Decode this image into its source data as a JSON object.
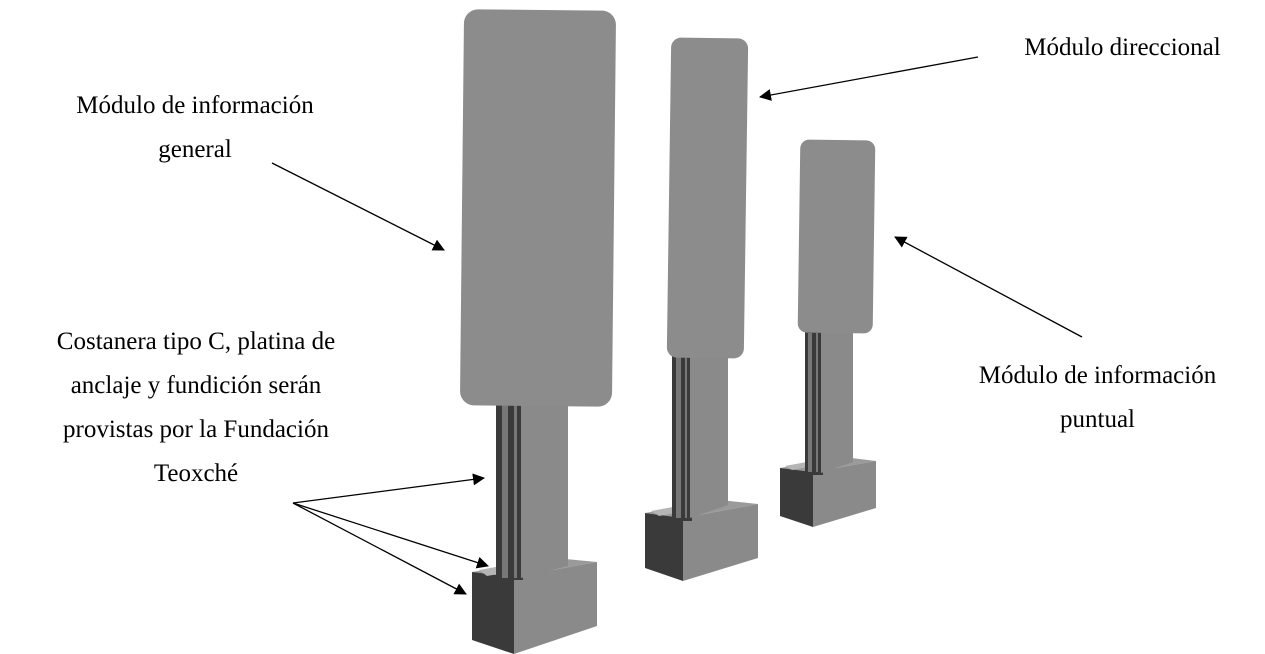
{
  "diagram": {
    "labels": {
      "general": [
        "Módulo de información",
        "general"
      ],
      "direccional": [
        "Módulo direccional"
      ],
      "puntual": [
        "Módulo de información",
        "puntual"
      ],
      "costanera": [
        "Costanera tipo C, platina de",
        "anclaje y fundición serán",
        "provistas por la Fundación",
        "Teoxché"
      ]
    },
    "colors": {
      "panel": "#8c8c8c",
      "pillar": "#8a8a8a",
      "channel_dark": "#3a3a3a",
      "channel_edge": "#777777",
      "base_front": "#3a3a3a",
      "base_side": "#8a8a8a",
      "base_top": "#9a9a9a",
      "ink": "#000000"
    }
  }
}
